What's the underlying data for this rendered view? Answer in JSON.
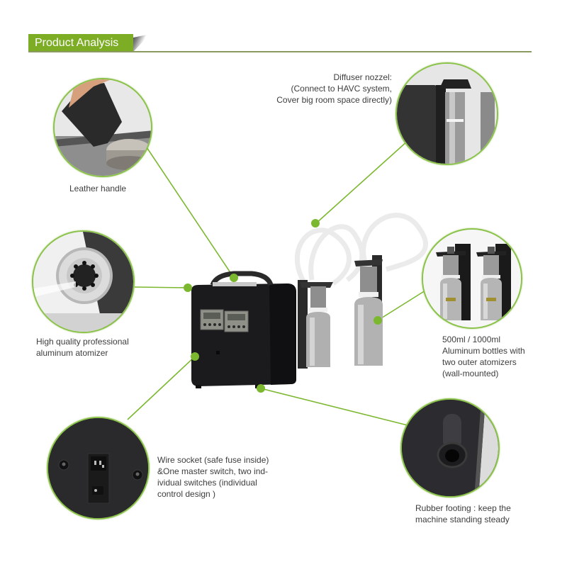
{
  "header": {
    "title": "Product Analysis",
    "accent_color": "#7cad25",
    "rule_color": "#8a9a60"
  },
  "callouts": {
    "leather_handle": {
      "label": "Leather handle"
    },
    "diffuser_nozzle": {
      "lines": [
        "Diffuser nozzel:",
        "(Connect to HAVC system,",
        "Cover big room space directly)"
      ]
    },
    "atomizer": {
      "lines": [
        "High quality professional",
        "aluminum atomizer"
      ]
    },
    "bottles": {
      "lines": [
        "500ml / 1000ml",
        "Aluminum bottles with",
        "two outer atomizers",
        "(wall-mounted)"
      ]
    },
    "wire_socket": {
      "lines": [
        "Wire socket (safe fuse inside)",
        "&One master switch, two ind-",
        "ividual switches (individual",
        "control design )"
      ]
    },
    "rubber_footing": {
      "lines": [
        "Rubber footing : keep the",
        "machine standing steady"
      ]
    }
  },
  "product": {
    "name": "scent diffuser machine",
    "control_panels": 2,
    "buttons_per_panel": 4,
    "bottles_shown": 2
  },
  "colors": {
    "circle_border": "#8bc34a",
    "connector": "#7cb82f",
    "machine_body": "#1c1c1e",
    "bottle": "#b8b8b8"
  }
}
